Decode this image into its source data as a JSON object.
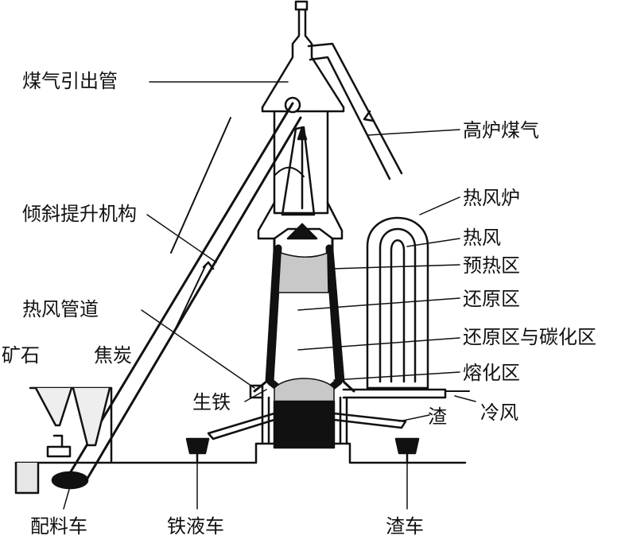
{
  "labels": {
    "gas_outlet_pipe": "煤气引出管",
    "blast_furnace_gas": "高炉煤气",
    "inclined_hoist": "倾斜提升机构",
    "hot_blast_stove": "热风炉",
    "hot_blast": "热风",
    "preheat_zone": "预热区",
    "reduction_zone": "还原区",
    "reduction_carburization_zone": "还原区与碳化区",
    "hot_blast_main": "热风管道",
    "melting_zone": "熔化区",
    "ore": "矿石",
    "coke": "焦炭",
    "pig_iron": "生铁",
    "cold_blast": "冷风",
    "slag": "渣",
    "charging_car": "配料车",
    "hot_metal_car": "铁液车",
    "slag_car": "渣车"
  }
}
